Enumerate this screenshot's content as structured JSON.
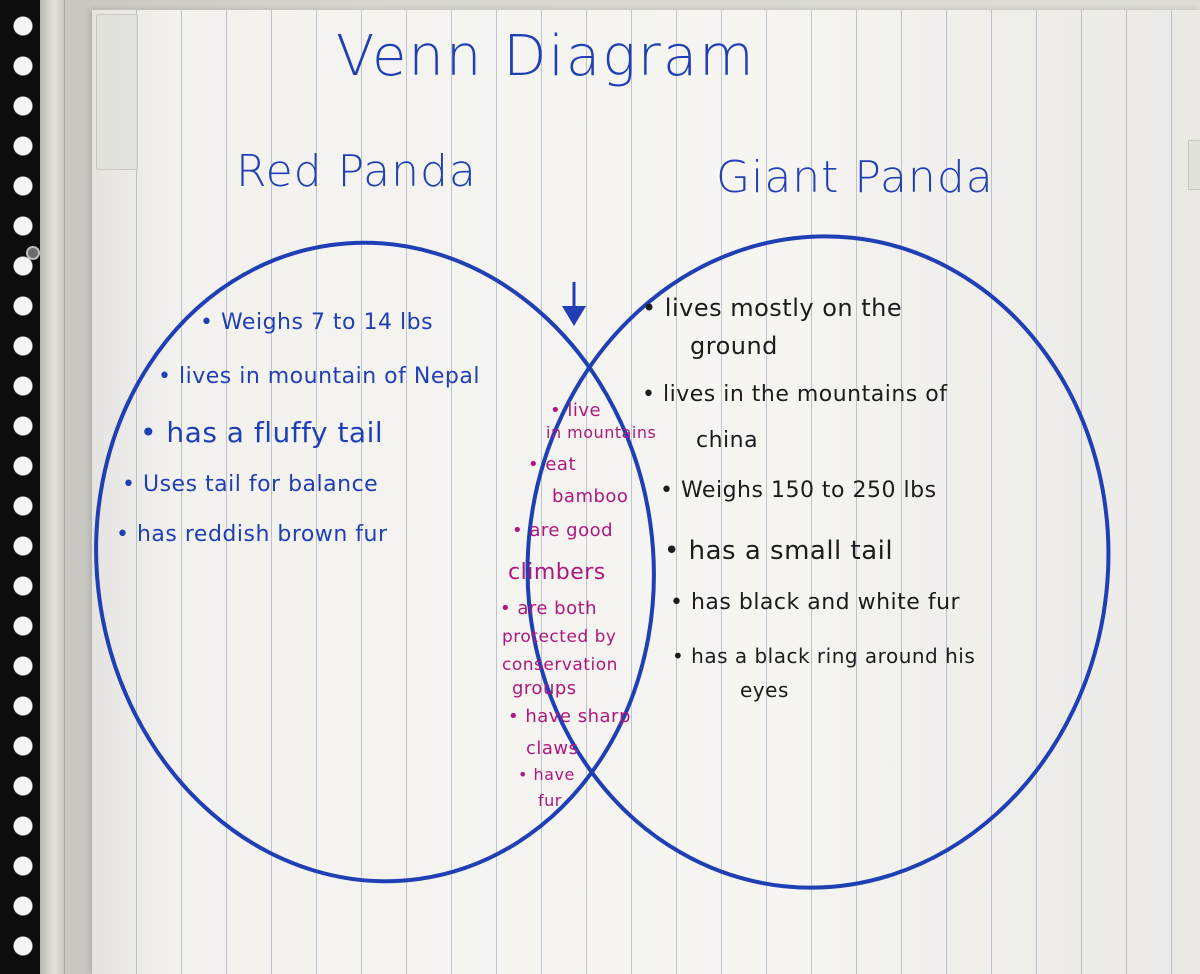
{
  "title": "Venn Diagram",
  "left_heading": "Red Panda",
  "right_heading": "Giant Panda",
  "colors": {
    "outline": "#1f3fb5",
    "left_text": "#1f3fb5",
    "right_text": "#1c1c1c",
    "shared_text": "#b0177d"
  },
  "left_items": [
    "• Weighs 7 to 14 lbs",
    "• lives in mountain of Nepal",
    "• has a fluffy tail",
    "• Uses tail for balance",
    "• has reddish brown fur"
  ],
  "shared_items": [
    "• live",
    "in mountains",
    "• eat",
    "bamboo",
    "• are good",
    "climbers",
    "• are both",
    "protected by",
    "conservation",
    "groups",
    "• have sharp",
    "claws",
    "• have",
    "fur"
  ],
  "right_items": [
    "• lives mostly on the",
    "ground",
    "• lives in the mountains of",
    "china",
    "• Weighs 150 to 250 lbs",
    "• has a small tail",
    "• has black and white fur",
    "• has a black ring around his",
    "eyes"
  ]
}
